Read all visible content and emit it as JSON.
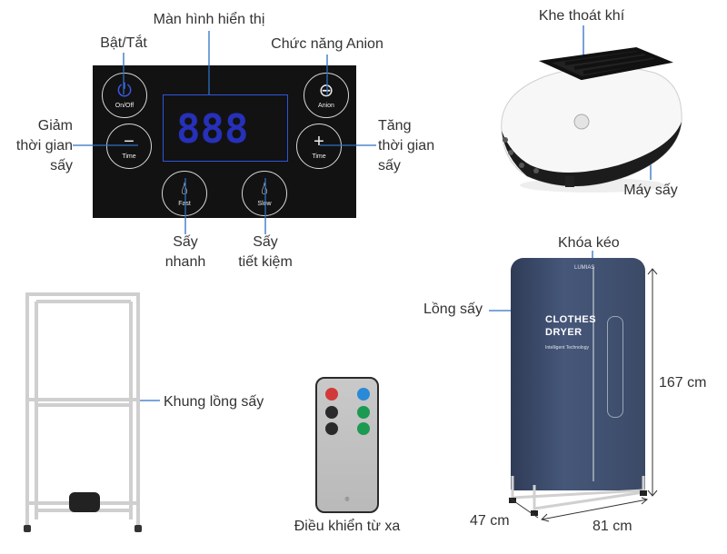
{
  "labels": {
    "display": "Màn hình hiển thị",
    "power": "Bật/Tắt",
    "anion": "Chức năng Anion",
    "time_down": [
      "Giảm",
      "thời gian",
      "sấy"
    ],
    "time_up": [
      "Tăng",
      "thời gian",
      "sấy"
    ],
    "fast": [
      "Sấy",
      "nhanh"
    ],
    "slow": [
      "Sấy",
      "tiết kiệm"
    ],
    "vent": "Khe thoát khí",
    "dryer_unit": "Máy sấy",
    "zipper": "Khóa kéo",
    "cover": "Lồng sấy",
    "frame": "Khung lồng sấy",
    "remote": "Điều khiển từ xa"
  },
  "panel": {
    "power_caption": "On/Off",
    "anion_caption": "Anion",
    "time_caption_left": "Time",
    "time_caption_right": "Time",
    "fast_caption": "Fast",
    "slow_caption": "Slow",
    "digits": "888"
  },
  "cover_print": {
    "title_line1": "CLOTHES",
    "title_line2": "DRYER",
    "subtitle": "Intelligent Technology",
    "brand": "LUMIAS"
  },
  "dimensions": {
    "height": "167 cm",
    "depth": "47 cm",
    "width": "81 cm"
  },
  "colors": {
    "display_digits": "#2a36d6",
    "cover": "#3b4a66",
    "remote_red": "#d23a3a",
    "remote_blue": "#2a8ad8",
    "remote_green": "#1d9a52",
    "remote_dark": "#2a2a2a"
  }
}
